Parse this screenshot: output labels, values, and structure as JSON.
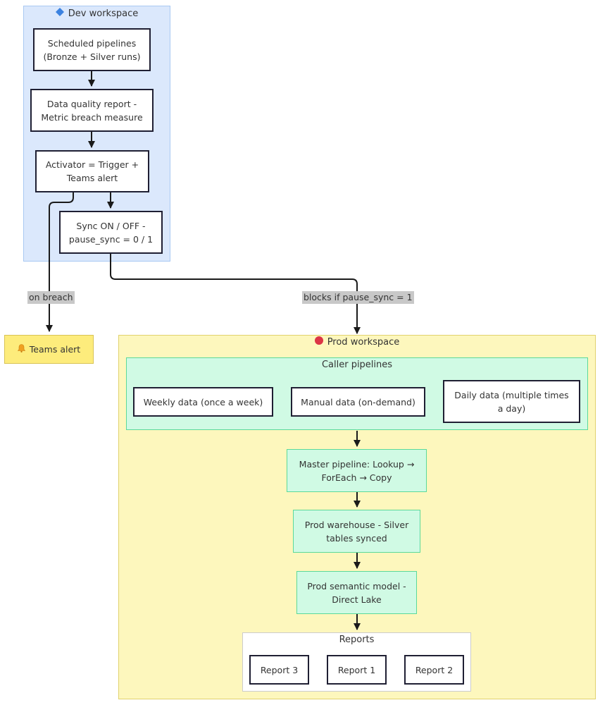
{
  "clusters": {
    "dev": {
      "title": "Dev workspace",
      "icon": "blue-diamond-icon",
      "color": "#dbe8fc",
      "border": "#a9c9f2"
    },
    "prod": {
      "title": "Prod workspace",
      "icon": "red-circle-icon",
      "color": "#fdf7bd",
      "border": "#e1d26e"
    },
    "caller": {
      "title": "Caller pipelines"
    },
    "reports": {
      "title": "Reports"
    }
  },
  "nodes": {
    "scheduled": "Scheduled pipelines\n(Bronze + Silver runs)",
    "dq_report": "Data quality report -\nMetric breach measure",
    "activator": "Activator = Trigger +\nTeams alert",
    "sync": "Sync ON / OFF -\npause_sync = 0 / 1",
    "teams_alert": "Teams alert",
    "weekly": "Weekly data (once a week)",
    "manual": "Manual data (on-demand)",
    "daily": "Daily data (multiple times\na day)",
    "master": "Master pipeline: Lookup →\nForEach → Copy",
    "warehouse": "Prod warehouse - Silver\ntables synced",
    "semantic": "Prod semantic model -\nDirect Lake",
    "report3": "Report 3",
    "report1": "Report 1",
    "report2": "Report 2"
  },
  "edge_labels": {
    "on_breach": "on breach",
    "blocks": "blocks if pause_sync = 1"
  }
}
